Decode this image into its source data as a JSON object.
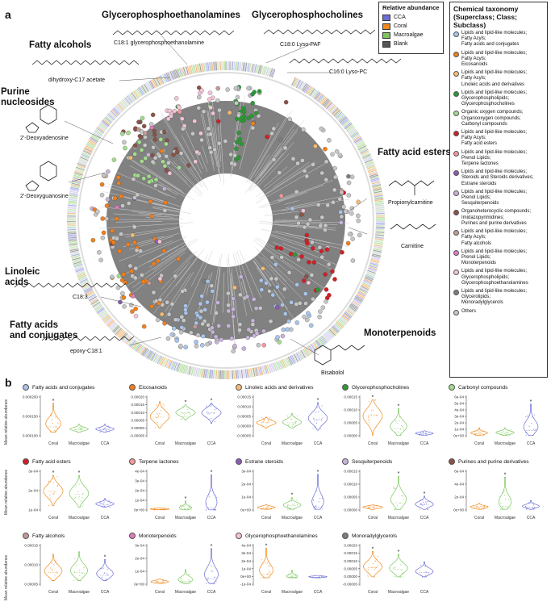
{
  "panel_a": {
    "letter": "a",
    "class_labels": [
      {
        "id": "gpe",
        "text": "Glycerophosphoethanolamines"
      },
      {
        "id": "gpc",
        "text": "Glycerophosphocholines"
      },
      {
        "id": "fal",
        "text": "Fatty alcohols"
      },
      {
        "id": "pur",
        "text": "Purine\nnucleosides"
      },
      {
        "id": "fae",
        "text": "Fatty acid esters"
      },
      {
        "id": "lin",
        "text": "Linoleic\nacids"
      },
      {
        "id": "fac",
        "text": "Fatty acids\nand conjugates"
      },
      {
        "id": "mon",
        "text": "Monoterpenoids"
      }
    ],
    "compound_labels": [
      {
        "id": "c1",
        "text": "C18:1 glycerophosphoethanolamine"
      },
      {
        "id": "c2",
        "text": "C18:0 Lyso-PAF"
      },
      {
        "id": "c3",
        "text": "C16:0 Lyso-PC"
      },
      {
        "id": "c4",
        "text": "dihydroxy-C17 acetate"
      },
      {
        "id": "c5",
        "text": "2'-Deoxyadenosine"
      },
      {
        "id": "c6",
        "text": "2'-Deoxyguanosine"
      },
      {
        "id": "c7",
        "text": "Propionylcarnitine"
      },
      {
        "id": "c8",
        "text": "Carnitine"
      },
      {
        "id": "c9",
        "text": "C18:3"
      },
      {
        "id": "c10",
        "text": "epoxy-C18:1"
      },
      {
        "id": "c11",
        "text": "Bisabolol"
      }
    ],
    "relative_abundance_legend": {
      "title": "Relative abundance",
      "entries": [
        {
          "label": "CCA",
          "color": "#6a6fd6"
        },
        {
          "label": "Coral",
          "color": "#f18a1e"
        },
        {
          "label": "Macroalgae",
          "color": "#7cc75e"
        },
        {
          "label": "Blank",
          "color": "#555555"
        }
      ]
    },
    "taxonomy_legend": {
      "title": "Chemical taxonomy (Superclass; Class; Subclass)",
      "entries": [
        {
          "lines": [
            "Lipids and lipid-like molecules;",
            "Fatty Acyls;",
            "Fatty acids and conjugates"
          ],
          "color": "#a9c4ea"
        },
        {
          "lines": [
            "Lipids and lipid-like molecules;",
            "Fatty Acyls;",
            "Eicosanoids"
          ],
          "color": "#f27f1b"
        },
        {
          "lines": [
            "Lipids and lipid-like molecules;",
            "Fatty Acyls;",
            "Linoleic acids and derivatives"
          ],
          "color": "#f6bb73"
        },
        {
          "lines": [
            "Lipids and lipid-like molecules;",
            "Glycerophospholipids;",
            "Glycerophosphocholines"
          ],
          "color": "#2a9b33"
        },
        {
          "lines": [
            "Organic oxygen compounds;",
            "Organooxygen compounds;",
            "Carbonyl compounds"
          ],
          "color": "#a4dc8e"
        },
        {
          "lines": [
            "Lipids and lipid-like molecules;",
            "Fatty Acyls;",
            "Fatty acid esters"
          ],
          "color": "#d21f26"
        },
        {
          "lines": [
            "Lipids and lipid-like molecules;",
            "Prenol Lipids;",
            "Terpene lactones"
          ],
          "color": "#f3989a"
        },
        {
          "lines": [
            "Lipids and lipid-like molecules;",
            "Steroids and Steroids derivatives;",
            "Estrane steroids"
          ],
          "color": "#8e5bb5"
        },
        {
          "lines": [
            "Lipids and lipid-like molecules;",
            "Prenol Lipids;",
            "Sesquiterpenoids"
          ],
          "color": "#c7b3da"
        },
        {
          "lines": [
            "Organoheterocyclic compounds;",
            "Imidazopyrimidines;",
            "Purines and purine derivatives"
          ],
          "color": "#8a5347"
        },
        {
          "lines": [
            "Lipids and lipid-like molecules;",
            "Fatty Acyls;",
            "Fatty alcohols"
          ],
          "color": "#c39b95"
        },
        {
          "lines": [
            "Lipids and lipid-like molecules;",
            "Prenol Lipids;",
            "Monoterpenoids"
          ],
          "color": "#e279c0"
        },
        {
          "lines": [
            "Lipids and lipid-like molecules;",
            "Glycerophospholipids;",
            "Glycerophosphoethanolamines"
          ],
          "color": "#f4c3d8"
        },
        {
          "lines": [
            "Lipids and lipid-like molecules;",
            "Glycerolipids;",
            "Monoradylglycerols"
          ],
          "color": "#7d7d7d"
        },
        {
          "lines": [
            "Others"
          ],
          "color": "#c6c6c6"
        }
      ]
    }
  },
  "panel_b": {
    "letter": "b",
    "y_axis_label": "Mean relative abundance",
    "categories": [
      "Coral",
      "Macroalgae",
      "CCA"
    ],
    "group_colors": {
      "Coral": "#f18a1e",
      "Macroalgae": "#7cc75e",
      "CCA": "#6a6fd6"
    }
  },
  "chart_data": [
    {
      "type": "violin",
      "title": "Fatty acids and conjugates",
      "dot_color": "#a9c4ea",
      "categories": [
        "Coral",
        "Macroalgae",
        "CCA"
      ],
      "y_ticks": [
        "0.000200",
        "0.000150",
        "0.000100"
      ],
      "ylim": [
        8e-05,
        0.00024
      ],
      "medians": [
        0.00012,
        0.00011,
        0.00011
      ],
      "ranges": [
        [
          0.0001,
          0.00021
        ],
        [
          0.0001,
          0.00013
        ],
        [
          0.0001,
          0.00013
        ]
      ],
      "significant": [
        true,
        false,
        false
      ]
    },
    {
      "type": "violin",
      "title": "Eicosanoids",
      "dot_color": "#f27f1b",
      "categories": [
        "Coral",
        "Macroalgae",
        "CCA"
      ],
      "y_ticks": [
        "0.00020",
        "0.00015",
        "0.00010",
        "0.00005",
        "0.00000",
        "-0.00005"
      ],
      "ylim": [
        -6e-05,
        0.00021
      ],
      "medians": [
        7e-05,
        0.0001,
        0.0001
      ],
      "ranges": [
        [
          0.0,
          0.00017
        ],
        [
          5e-05,
          0.00015
        ],
        [
          3e-05,
          0.00016
        ]
      ],
      "significant": [
        false,
        true,
        true
      ]
    },
    {
      "type": "violin",
      "title": "Linoleic acids and derivatives",
      "dot_color": "#f6bb73",
      "categories": [
        "Coral",
        "Macroalgae",
        "CCA"
      ],
      "y_ticks": [
        "0.00015",
        "0.00010",
        "0.00005",
        "0.00000",
        "-0.00005"
      ],
      "ylim": [
        -6e-05,
        0.00017
      ],
      "medians": [
        2e-05,
        2e-05,
        4e-05
      ],
      "ranges": [
        [
          -1e-05,
          5e-05
        ],
        [
          -1e-05,
          7e-05
        ],
        [
          -2e-05,
          0.00013
        ]
      ],
      "significant": [
        false,
        false,
        true
      ]
    },
    {
      "type": "violin",
      "title": "Glycerophosphocholines",
      "dot_color": "#2a9b33",
      "categories": [
        "Coral",
        "Macroalgae",
        "CCA"
      ],
      "y_ticks": [
        "0.00015",
        "0.00010",
        "0.00005",
        "0.00000"
      ],
      "ylim": [
        -1e-05,
        0.00018
      ],
      "medians": [
        9e-05,
        3e-05,
        5e-06
      ],
      "ranges": [
        [
          0.0,
          0.00016
        ],
        [
          0.0,
          0.00012
        ],
        [
          0.0,
          2e-05
        ]
      ],
      "significant": [
        true,
        true,
        false
      ]
    },
    {
      "type": "violin",
      "title": "Carbonyl compounds",
      "dot_color": "#a4dc8e",
      "categories": [
        "Coral",
        "Macroalgae",
        "CCA"
      ],
      "y_ticks": [
        "6e-04",
        "5e-04",
        "4e-04",
        "3e-04",
        "2e-04",
        "1e-04",
        "0e+00"
      ],
      "ylim": [
        -3e-05,
        0.00064
      ],
      "medians": [
        3e-05,
        4e-05,
        8e-05
      ],
      "ranges": [
        [
          0.0,
          0.00012
        ],
        [
          0.0,
          0.00012
        ],
        [
          0.0,
          0.0005
        ]
      ],
      "significant": [
        false,
        false,
        true
      ]
    },
    {
      "type": "violin",
      "title": "Fatty acid esters",
      "dot_color": "#d21f26",
      "categories": [
        "Coral",
        "Macroalgae",
        "CCA"
      ],
      "y_ticks": [
        "3e-04",
        "2e-04",
        "1e-04"
      ],
      "ylim": [
        5e-05,
        0.00034
      ],
      "medians": [
        0.00019,
        0.00017,
        0.0001
      ],
      "ranges": [
        [
          9e-05,
          0.0003
        ],
        [
          8e-05,
          0.0003
        ],
        [
          8e-05,
          0.00014
        ]
      ],
      "significant": [
        true,
        true,
        false
      ]
    },
    {
      "type": "violin",
      "title": "Terpene lactones",
      "dot_color": "#f3989a",
      "categories": [
        "Coral",
        "Macroalgae",
        "CCA"
      ],
      "y_ticks": [
        "4e-04",
        "3e-04",
        "2e-04",
        "1e-04",
        "0e+00"
      ],
      "ylim": [
        -2e-05,
        0.00046
      ],
      "medians": [
        5e-06,
        1e-05,
        2e-05
      ],
      "ranges": [
        [
          0.0,
          2e-05
        ],
        [
          0.0,
          0.0001
        ],
        [
          0.0,
          0.0004
        ]
      ],
      "significant": [
        false,
        true,
        true
      ]
    },
    {
      "type": "violin",
      "title": "Estrane steroids",
      "dot_color": "#8e5bb5",
      "categories": [
        "Coral",
        "Macroalgae",
        "CCA"
      ],
      "y_ticks": [
        "3e-04",
        "2e-04",
        "1e-04",
        "0e+00"
      ],
      "ylim": [
        -2e-05,
        0.00034
      ],
      "medians": [
        1e-05,
        3e-05,
        2e-05
      ],
      "ranges": [
        [
          0.0,
          4e-05
        ],
        [
          0.0,
          0.0001
        ],
        [
          0.0,
          0.0003
        ]
      ],
      "significant": [
        false,
        true,
        true
      ]
    },
    {
      "type": "violin",
      "title": "Sesquiterpenoids",
      "dot_color": "#c7b3da",
      "categories": [
        "Coral",
        "Macroalgae",
        "CCA"
      ],
      "y_ticks": [
        "0.00015",
        "0.00010",
        "0.00005",
        "0.00000"
      ],
      "ylim": [
        -1e-05,
        0.00018
      ],
      "medians": [
        1e-05,
        3e-05,
        2e-05
      ],
      "ranges": [
        [
          0.0,
          2e-05
        ],
        [
          0.0,
          0.00015
        ],
        [
          0.0,
          6e-05
        ]
      ],
      "significant": [
        false,
        true,
        true
      ]
    },
    {
      "type": "violin",
      "title": "Purines and purine derivatives",
      "dot_color": "#8a5347",
      "categories": [
        "Coral",
        "Macroalgae",
        "CCA"
      ],
      "y_ticks": [
        "6e-04",
        "4e-04",
        "2e-04",
        "0e+00"
      ],
      "ylim": [
        -4e-05,
        0.00068
      ],
      "medians": [
        3e-05,
        5e-05,
        4e-05
      ],
      "ranges": [
        [
          0.0,
          0.0001
        ],
        [
          0.0,
          0.00055
        ],
        [
          0.0,
          0.00015
        ]
      ],
      "significant": [
        false,
        true,
        false
      ]
    },
    {
      "type": "violin",
      "title": "Fatty alcohols",
      "dot_color": "#c39b95",
      "categories": [
        "Coral",
        "Macroalgae",
        "CCA"
      ],
      "y_ticks": [
        "0.00015",
        "0.00010",
        "0.00005"
      ],
      "ylim": [
        2e-05,
        0.00018
      ],
      "medians": [
        7e-05,
        7e-05,
        6e-05
      ],
      "ranges": [
        [
          4e-05,
          0.00014
        ],
        [
          4e-05,
          0.00015
        ],
        [
          4e-05,
          0.00012
        ]
      ],
      "significant": [
        false,
        false,
        true
      ]
    },
    {
      "type": "violin",
      "title": "Monoterpenoids",
      "dot_color": "#e279c0",
      "categories": [
        "Coral",
        "Macroalgae",
        "CCA"
      ],
      "y_ticks": [
        "3e-04",
        "2e-04",
        "1e-04",
        "0e+00"
      ],
      "ylim": [
        -2e-05,
        0.00034
      ],
      "medians": [
        1e-05,
        2e-05,
        4e-05
      ],
      "ranges": [
        [
          0.0,
          4e-05
        ],
        [
          0.0,
          0.00012
        ],
        [
          0.0,
          0.0003
        ]
      ],
      "significant": [
        false,
        false,
        true
      ]
    },
    {
      "type": "violin",
      "title": "Glycerophosphoethanolamines",
      "dot_color": "#f4c3d8",
      "categories": [
        "Coral",
        "Macroalgae",
        "CCA"
      ],
      "y_ticks": [
        "4e-04",
        "3e-04",
        "2e-04",
        "1e-04",
        "0e+00",
        "-1e-04"
      ],
      "ylim": [
        -0.00011,
        0.00046
      ],
      "medians": [
        5e-05,
        5e-06,
        5e-06
      ],
      "ranges": [
        [
          0.0,
          0.0004
        ],
        [
          0.0,
          0.0001
        ],
        [
          0.0,
          3e-05
        ]
      ],
      "significant": [
        true,
        false,
        false
      ]
    },
    {
      "type": "violin",
      "title": "Monoradylglycerols",
      "dot_color": "#7d7d7d",
      "categories": [
        "Coral",
        "Macroalgae",
        "CCA"
      ],
      "y_ticks": [
        "0.00020",
        "0.00015",
        "0.00010",
        "0.00005",
        "0.00000",
        "-0.00005"
      ],
      "ylim": [
        -6e-05,
        0.00022
      ],
      "medians": [
        6e-05,
        5e-05,
        3e-05
      ],
      "ranges": [
        [
          0.0,
          0.00017
        ],
        [
          0.0,
          0.00015
        ],
        [
          0.0,
          0.0001
        ]
      ],
      "significant": [
        true,
        true,
        false
      ]
    }
  ]
}
